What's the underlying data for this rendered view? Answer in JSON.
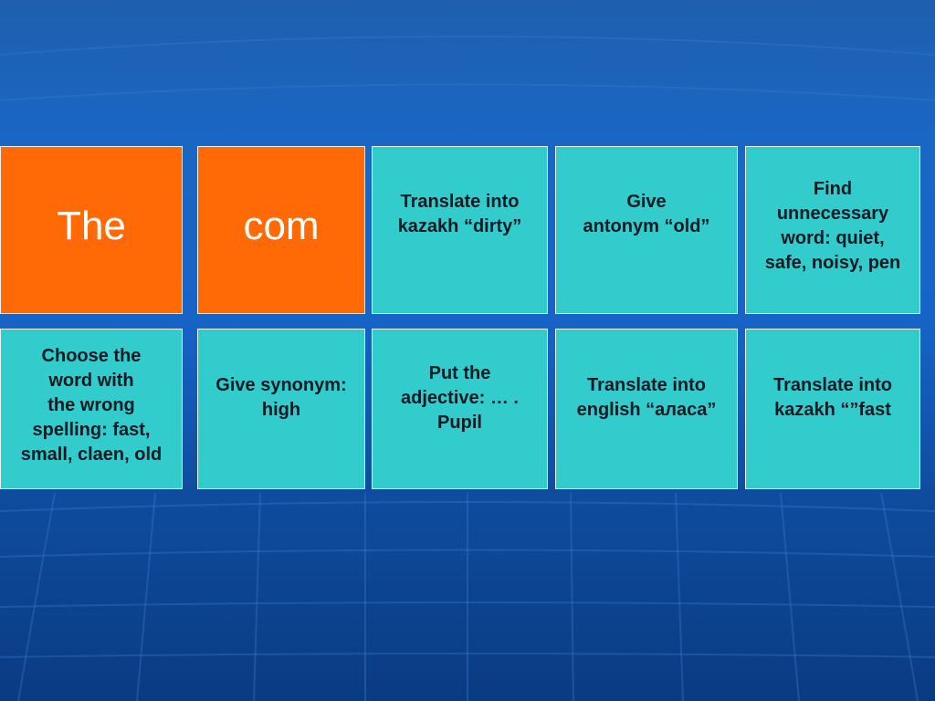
{
  "slide": {
    "colors": {
      "background": "#1764c8",
      "orange_tile": "#ff6a06",
      "teal_tile": "#33cccc"
    },
    "tiles": {
      "r1c1": "The",
      "r1c2": "com",
      "r1c3": "Translate into\nkazakh “dirty”",
      "r1c4": "Give\nantonym “old”",
      "r1c5": "Find\nunnecessary\nword: quiet,\nsafe, noisy, pen",
      "r2c1": "Choose the\nword with\nthe wrong\nspelling: fast,\nsmall, claen, old",
      "r2c2": "Give synonym:\nhigh",
      "r2c3": "Put the\nadjective: … .\nPupil",
      "r2c4": "Translate into\nenglish “алаcа”",
      "r2c5": "Translate into\nkazakh “”fast"
    }
  }
}
